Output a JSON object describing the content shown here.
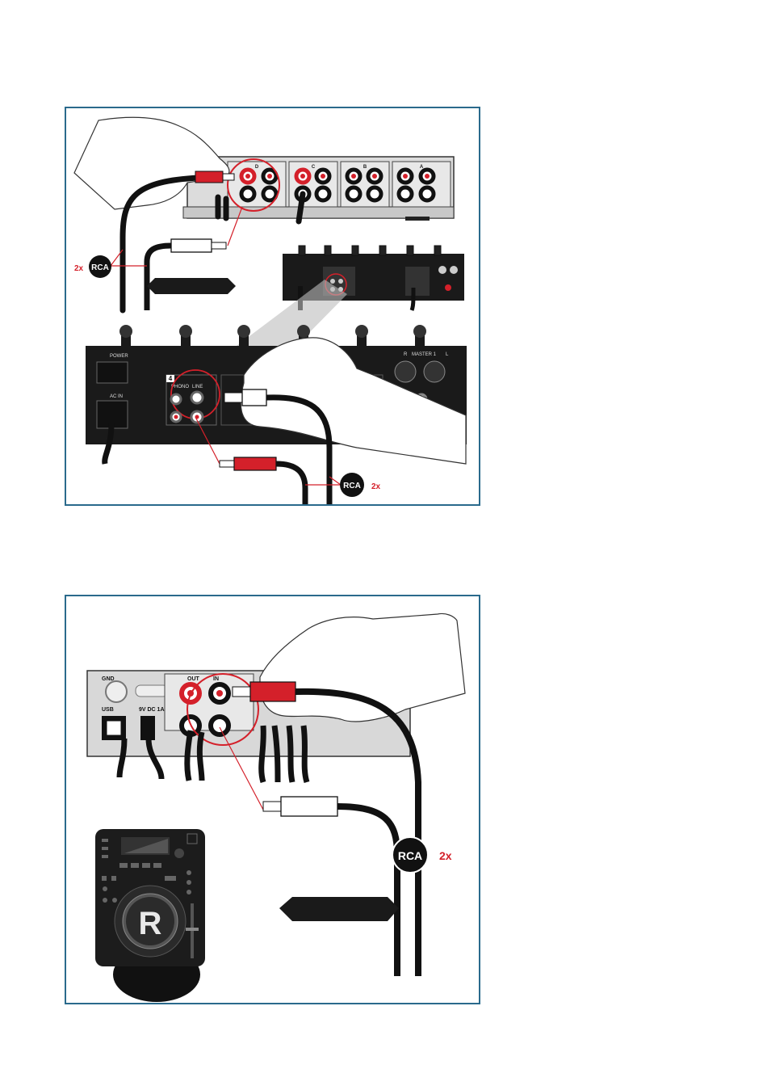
{
  "top_diagram": {
    "channels": [
      "D",
      "C",
      "B",
      "A"
    ],
    "badge_left": "RCA",
    "badge_left_count": "2x",
    "badge_bottom": "RCA",
    "badge_bottom_count": "2x",
    "power_label": "POWER",
    "acin_label": "AC IN",
    "channel_num": "4",
    "phono_label": "PHONO",
    "line_label": "LINE",
    "master_label": "MASTER 1",
    "master_r": "R",
    "master_l": "L"
  },
  "bottom_diagram": {
    "gnd_label": "GND",
    "usb_label": "USB",
    "power_label": "9V DC 1A",
    "out_label": "OUT",
    "in_label": "IN",
    "badge": "RCA",
    "badge_count": "2x",
    "player_letter": "R"
  },
  "colors": {
    "accent_red": "#d4202a",
    "frame_blue": "#2a6a8c",
    "device_dark": "#1a1a1a",
    "device_light": "#d8d8d8"
  }
}
